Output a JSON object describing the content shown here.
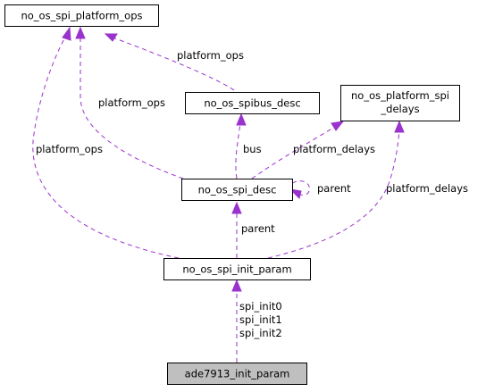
{
  "nodes": {
    "platform_ops": "no_os_spi_platform_ops",
    "spibus_desc": "no_os_spibus_desc",
    "platform_spi_delays_line1": "no_os_platform_spi",
    "platform_spi_delays_line2": "_delays",
    "spi_desc": "no_os_spi_desc",
    "spi_init_param": "no_os_spi_init_param",
    "ade7913_init_param": "ade7913_init_param"
  },
  "edges": {
    "spibus_to_platform_ops": "platform_ops",
    "desc_to_platform_ops": "platform_ops",
    "init_to_platform_ops": "platform_ops",
    "desc_to_bus": "bus",
    "desc_to_platform_delays": "platform_delays",
    "init_to_platform_delays": "platform_delays",
    "desc_self_parent": "parent",
    "init_to_desc_parent": "parent",
    "ade_spi_init0": "spi_init0",
    "ade_spi_init1": "spi_init1",
    "ade_spi_init2": "spi_init2"
  },
  "colors": {
    "edge": "#9a32cd",
    "highlight_node": "#bfbfbf"
  }
}
